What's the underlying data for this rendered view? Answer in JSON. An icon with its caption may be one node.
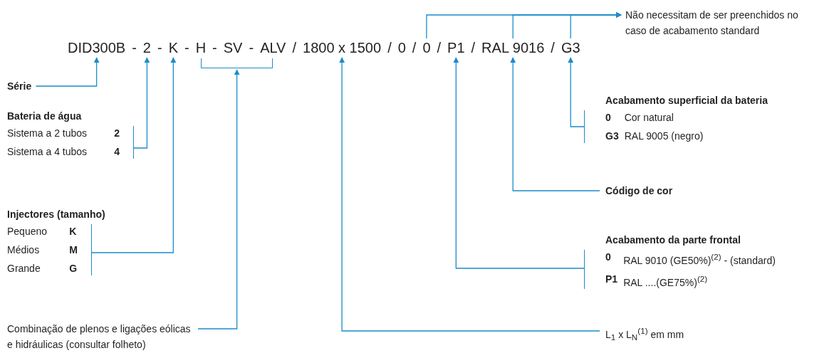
{
  "diagram": {
    "nodes": [
      {
        "text": [
          "DID300B"
        ]
      },
      {
        "text": [
          "2"
        ]
      },
      {
        "text": [
          "K"
        ]
      },
      {
        "text": [
          "H"
        ]
      },
      {
        "text": [
          "SV"
        ]
      },
      {
        "text": [
          "ALV"
        ]
      },
      {
        "text": [
          "1800 x 1500"
        ]
      },
      {
        "text": [
          "0"
        ]
      },
      {
        "text": [
          "0"
        ]
      },
      {
        "text": [
          "P1"
        ]
      },
      {
        "text": [
          "RAL 9016"
        ]
      },
      {
        "text": [
          "G3"
        ]
      },
      {
        "text": [
          "Não necessitam de ser preenchidos no caso de acabamento standard"
        ]
      },
      {
        "text": [
          "Série"
        ]
      },
      {
        "text": [
          "Bateria de água",
          "Sistema a 2 tubos",
          "2",
          "Sistema a 4 tubos",
          "4"
        ]
      },
      {
        "text": [
          "Injectores (tamanho)",
          "Pequeno",
          "K",
          "Médios",
          "M",
          "Grande",
          "G"
        ]
      },
      {
        "text": [],
        "shape": "bracket"
      },
      {
        "text": [
          "Combinação de plenos e ligações eólicas e hidráulicas (consultar folheto)"
        ]
      },
      {
        "text": [
          "Acabamento superficial da bateria",
          "0",
          "Cor natural",
          "G3",
          "RAL 9005 (negro)"
        ]
      },
      {
        "text": [
          "Código de cor"
        ]
      },
      {
        "text": [
          "Acabamento da parte frontal",
          "0",
          "RAL 9010 (GE50%)$^{(2)}$ - (standard)",
          "P1",
          "RAL ....(GE75%)$^{(2)}$"
        ]
      },
      {
        "text": [
          "L$_{1}$ x L$_{N}$$^{(1)}$ em mm"
        ]
      }
    ],
    "edges": [
      {
        "from": 13,
        "to": 0,
        "arrow": "to"
      },
      {
        "from": 14,
        "to": 1,
        "arrow": "to"
      },
      {
        "from": 15,
        "to": 2,
        "arrow": "to"
      },
      {
        "from": 17,
        "to": 16,
        "arrow": "to"
      },
      {
        "from": 21,
        "to": 6,
        "arrow": "to"
      },
      {
        "from": 20,
        "to": 9,
        "arrow": "to"
      },
      {
        "from": 19,
        "to": 10,
        "arrow": "to"
      },
      {
        "from": 18,
        "to": 11,
        "arrow": "to"
      },
      {
        "from": 8,
        "to": 12,
        "arrow": "to"
      },
      {
        "from": 10,
        "to": 12,
        "arrow": "to"
      },
      {
        "from": 11,
        "to": 12,
        "arrow": "to"
      }
    ],
    "labels": [
      "-",
      "-",
      "-",
      "-",
      "-",
      "/",
      "/",
      "/",
      "/",
      "/",
      "/"
    ]
  }
}
